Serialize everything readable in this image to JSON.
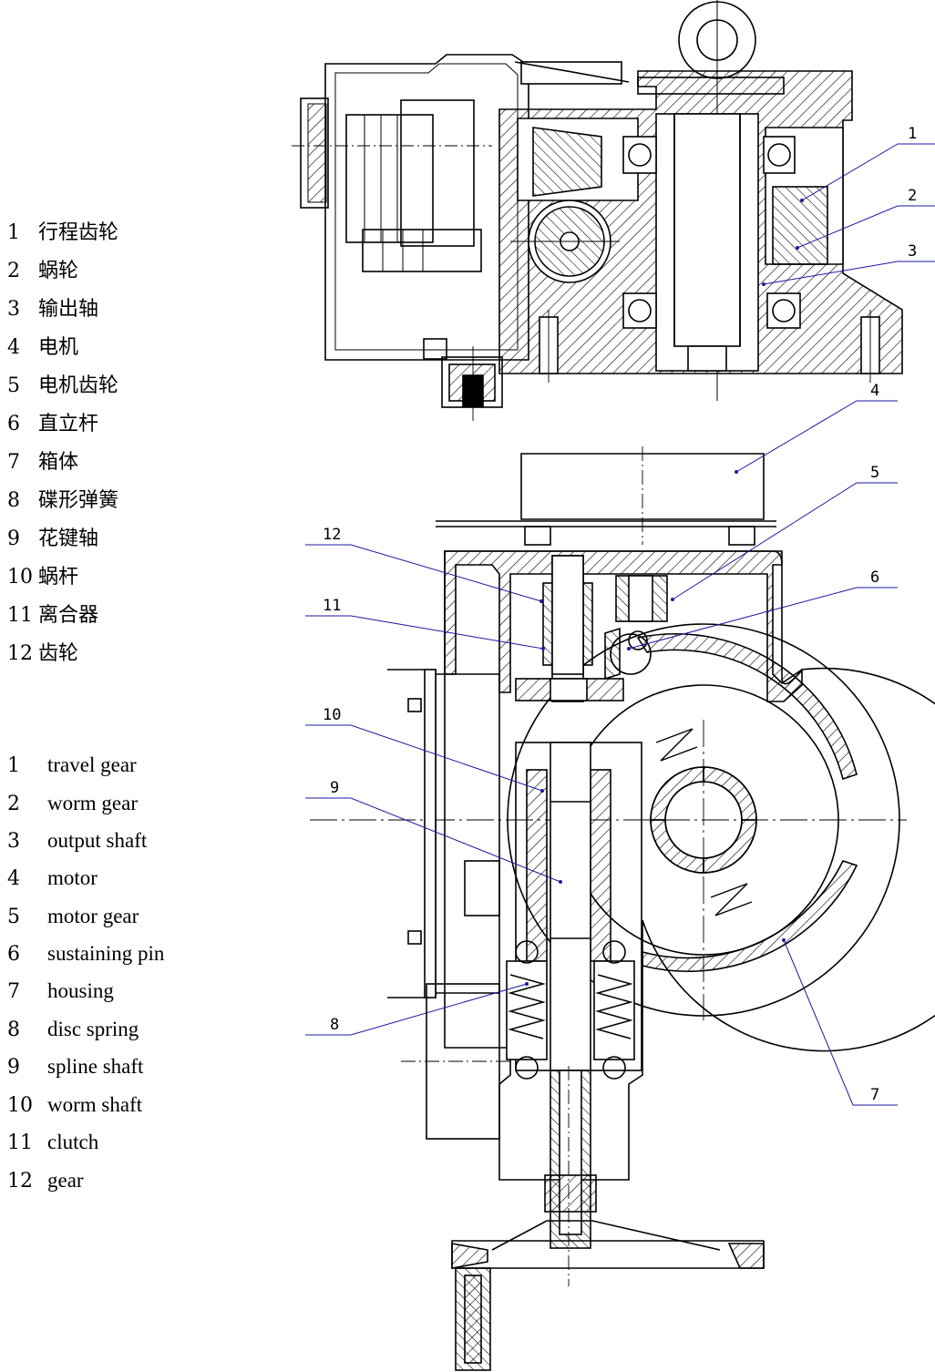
{
  "legend_cn": [
    {
      "num": "1",
      "label": "行程齿轮"
    },
    {
      "num": "2",
      "label": "蜗轮"
    },
    {
      "num": "3",
      "label": "输出轴"
    },
    {
      "num": "4",
      "label": "电机"
    },
    {
      "num": "5",
      "label": "电机齿轮"
    },
    {
      "num": "6",
      "label": "直立杆"
    },
    {
      "num": "7",
      "label": "箱体"
    },
    {
      "num": "8",
      "label": "碟形弹簧"
    },
    {
      "num": "9",
      "label": "花键轴"
    },
    {
      "num": "10",
      "label": "蜗杆"
    },
    {
      "num": "11",
      "label": "离合器"
    },
    {
      "num": "12",
      "label": "齿轮"
    }
  ],
  "legend_en": [
    {
      "num": "1",
      "label": "travel gear"
    },
    {
      "num": "2",
      "label": "worm gear"
    },
    {
      "num": "3",
      "label": "output shaft"
    },
    {
      "num": "4",
      "label": "motor"
    },
    {
      "num": "5",
      "label": "motor gear"
    },
    {
      "num": "6",
      "label": "sustaining pin"
    },
    {
      "num": "7",
      "label": "housing"
    },
    {
      "num": "8",
      "label": "disc spring"
    },
    {
      "num": "9",
      "label": "spline shaft"
    },
    {
      "num": "10",
      "label": "worm shaft"
    },
    {
      "num": "11",
      "label": "clutch"
    },
    {
      "num": "12",
      "label": "gear"
    }
  ],
  "leaders": [
    "1",
    "2",
    "3",
    "4",
    "5",
    "6",
    "7",
    "8",
    "9",
    "10",
    "11",
    "12"
  ],
  "colors": {
    "ink": "#000000",
    "leader": "#1a1aa0"
  }
}
